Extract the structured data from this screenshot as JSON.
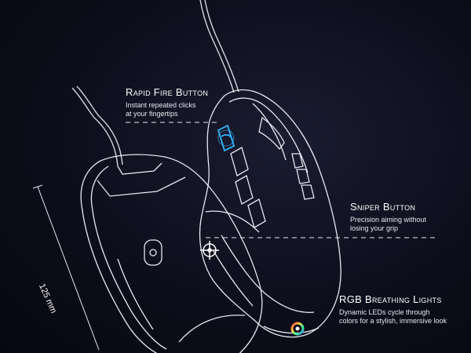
{
  "callouts": {
    "rapid_fire": {
      "title": "Rapid Fire Button",
      "description": "Instant repeated clicks\nat your fingertips"
    },
    "sniper": {
      "title": "Sniper Button",
      "description": "Precision aiming without\nlosing your grip"
    },
    "rgb": {
      "title": "RGB Breathing Lights",
      "description": "Dynamic LEDs cycle through\ncolors for a stylish, immersive look"
    }
  },
  "dimension": {
    "label": "125 mm"
  },
  "colors": {
    "background": "#0d0e1c",
    "outline": "#e8e8f0",
    "rapid_fire_accent": "#2fb8ff"
  }
}
